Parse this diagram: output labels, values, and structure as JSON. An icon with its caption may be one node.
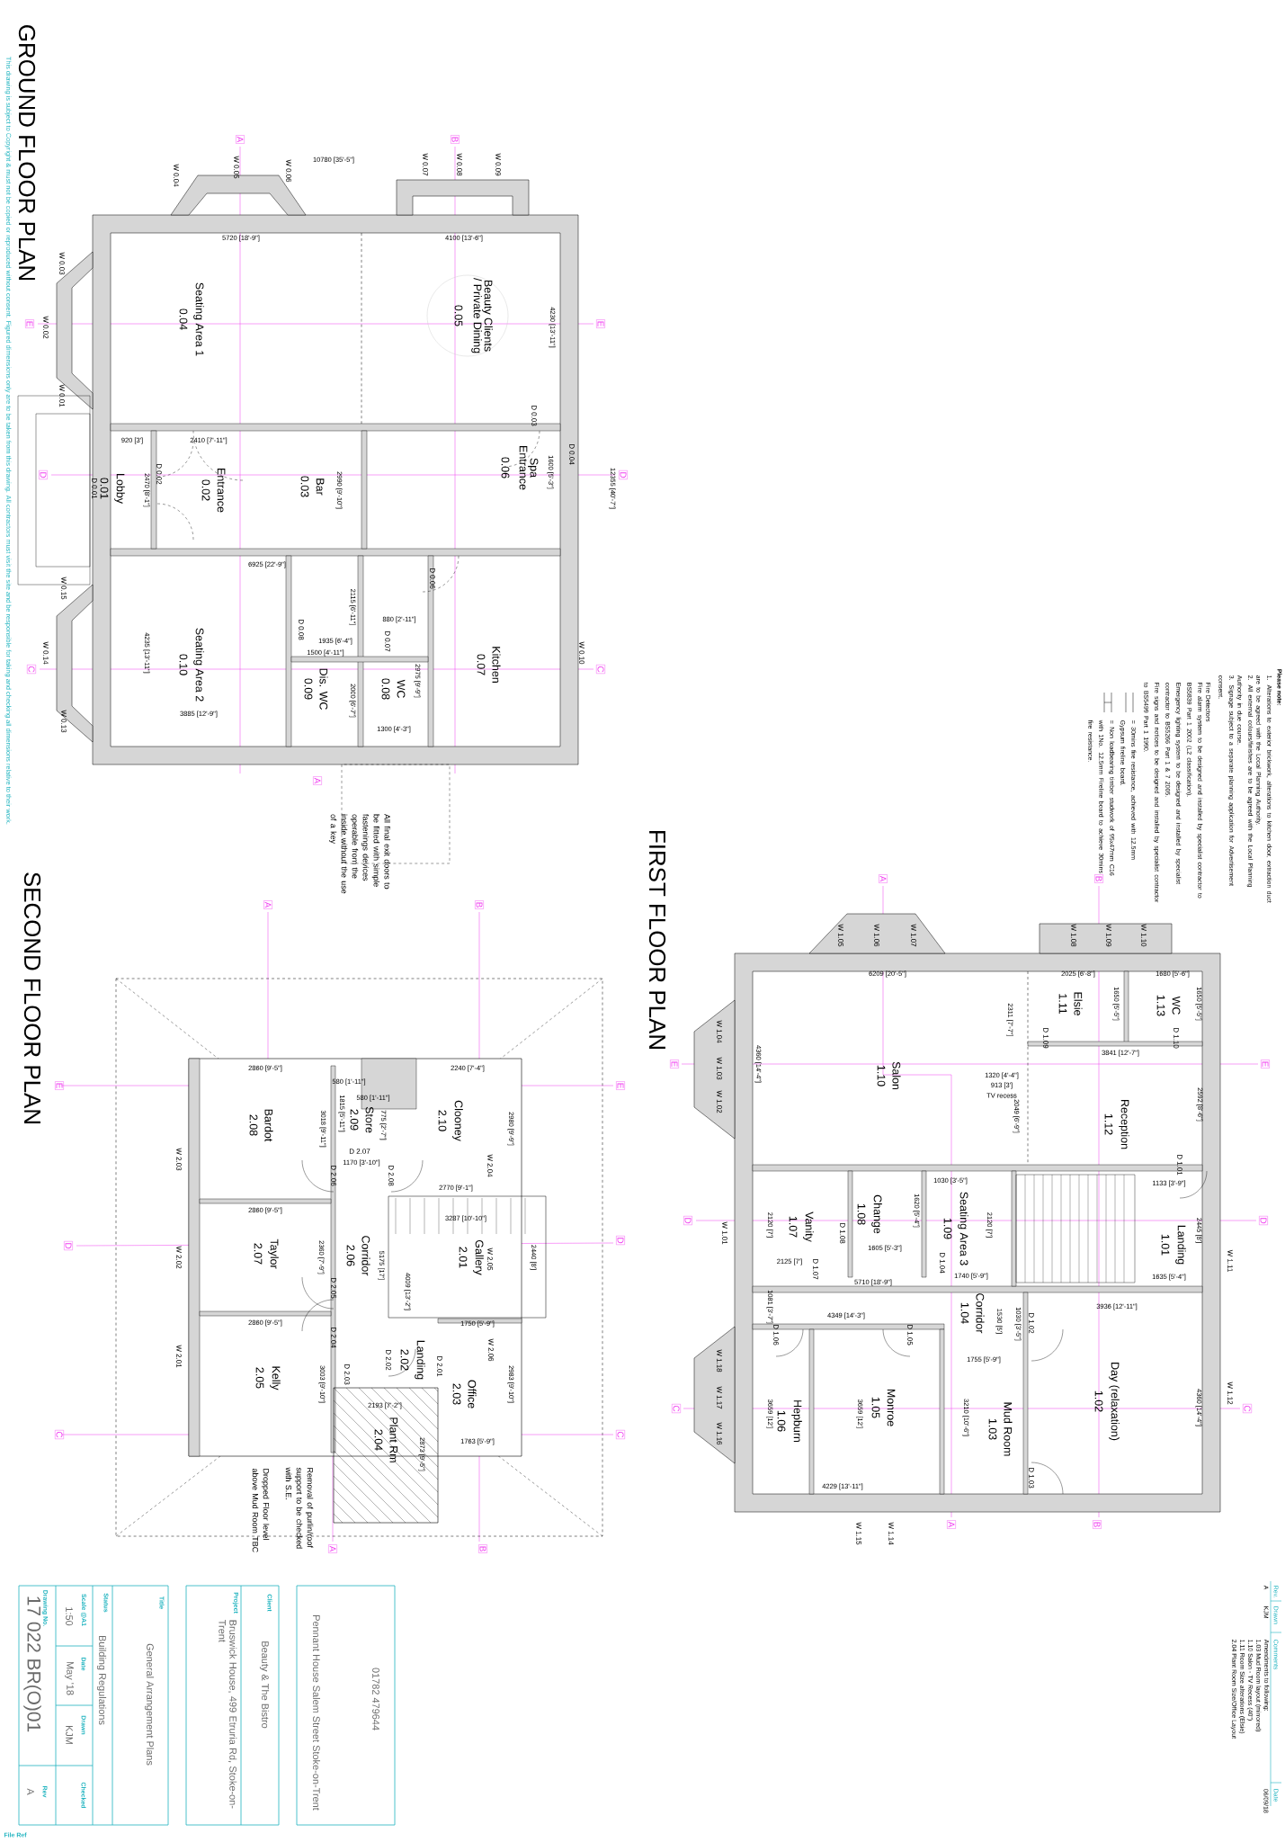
{
  "diagram": {
    "labels": [
      "GROUND FLOOR PLAN",
      "FIRST FLOOR PLAN",
      "SECOND FLOOR PLAN",
      "This drawing is subject to Copyright & must not be copied or reproduced without consent. Figured dimensions only are to be taken from this drawing. All contractors must visit the site and be responsible for taking and checking all dimensions relative to their work.",
      "Seating Area 1",
      "0.04",
      "Beauty Clients / Private Dining",
      "0.05",
      "Lobby",
      "0.01",
      "Entrance",
      "0.02",
      "Bar",
      "0.03",
      "Spa Entrance",
      "0.06",
      "Seating Area 2",
      "0.10",
      "Dis. WC",
      "0.09",
      "WC",
      "0.08",
      "Kitchen",
      "0.07",
      "All final exit doors to be fitted with simple fastenings devices operable from the inside without the use of a key",
      "W 0.05",
      "W 0.04",
      "W 0.06",
      "W 0.07",
      "W 0.08",
      "W 0.09",
      "W 0.03",
      "W 0.02",
      "W 0.01",
      "W 0.15",
      "W 0.14",
      "W 0.13",
      "W 0.10",
      "D 0.01",
      "D 0.02",
      "D 0.03",
      "D 0.04",
      "D 0.06",
      "D 0.07",
      "D 0.08",
      "10780 [35'-5\"]",
      "5720 [18'-9\"]",
      "4100 [13'-6\"]",
      "920 [3']",
      "2410 [7'-11\"]",
      "6925 [22'-9\"]",
      "880 [2'-11\"]",
      "1935 [6'-4\"]",
      "1500 [4'-11\"]",
      "3885 [12'-9\"]",
      "1300 [4'-3\"]",
      "4230 [13'-11\"]",
      "2470 [8'-1\"]",
      "2990 [9'-10\"]",
      "1600 [5'-3\"]",
      "12355 [40'-7\"]",
      "2115 [6'-11\"]",
      "4235 [13'-11\"]",
      "2975 [9'-9\"]",
      "2000 [6'-7\"]",
      "Salon",
      "1.10",
      "Elsie",
      "1.11",
      "WC",
      "1.13",
      "Reception",
      "1.12",
      "Landing",
      "1.01",
      "Change",
      "1.08",
      "Vanity",
      "1.07",
      "Seating Area 3",
      "1.09",
      "Corridor",
      "1.04",
      "Day (relaxation)",
      "1.02",
      "Mud Room",
      "1.03",
      "Monroe",
      "1.05",
      "Hepburn",
      "1.06",
      "W 1.05",
      "W 1.06",
      "W 1.07",
      "W 1.08",
      "W 1.09",
      "W 1.10",
      "W 1.04",
      "W 1.03",
      "W 1.02",
      "W 1.01",
      "W 1.18",
      "W 1.17",
      "W 1.16",
      "W 1.11",
      "W 1.12",
      "W 1.15",
      "W 1.14",
      "D 1.09",
      "D 1.10",
      "D 1.01",
      "D 1.08",
      "D 1.04",
      "D 1.07",
      "D 1.02",
      "D 1.06",
      "D 1.05",
      "D 1.03",
      "6209 [20'-5\"]",
      "2025 [6'-8\"]",
      "1680 [5'-6\"]",
      "3841 [12'-7\"]",
      "1320 [4'-4\"]",
      "913 [3']",
      "TV recess",
      "1030 [3'-5\"]",
      "1133 [3'-9\"]",
      "1605 [5'-3\"]",
      "1740 [5'-9\"]",
      "2125 [7']",
      "1635 [5'-4\"]",
      "5710 [18'-9\"]",
      "3936 [12'-11\"]",
      "4349 [14'-3\"]",
      "1755 [5'-9\"]",
      "4229 [13'-11\"]",
      "1650 [5'-5\"]",
      "1650 [5'-5\"]",
      "2311 [7'-7\"]",
      "4360 [14'-4\"]",
      "2049 [6'-9\"]",
      "2592 [8'-6\"]",
      "1620 [5'-4\"]",
      "2120 [7']",
      "2120 [7']",
      "2445 [8']",
      "1081 [3'-7\"]",
      "1530 [5']",
      "1030 [3'-5\"]",
      "3659 [12']",
      "3659 [12']",
      "3210 [10'-6\"]",
      "4360 [14'-4\"]",
      "Bardot",
      "2.08",
      "Store",
      "2.09",
      "Clooney",
      "2.10",
      "Taylor",
      "2.07",
      "Corridor",
      "2.06",
      "Gallery",
      "2.01",
      "Landing",
      "2.02",
      "Kelly",
      "2.05",
      "Office",
      "2.03",
      "Plant Rm",
      "2.04",
      "Removal of purlin/roof support to be checked with S.E.",
      "Dropped Floor level above Mud Room TBC",
      "W 2.03",
      "W 2.02",
      "W 2.01",
      "W 2.04",
      "W 2.05",
      "W 2.06",
      "D 2.07",
      "D 2.06",
      "D 2.08",
      "D 2.05",
      "D 2.04",
      "D 2.02",
      "D 2.01",
      "D 2.03",
      "2860 [9'-5\"]",
      "2240 [7'-4\"]",
      "580 [1'-11\"]",
      "580 [1'-11\"]",
      "1170 [3'-10\"]",
      "2770 [9'-1\"]",
      "2860 [9'-5\"]",
      "3287 [10'-10\"]",
      "2860 [9'-5\"]",
      "1750 [5'-9\"]",
      "2193 [7'-2\"]",
      "1763 [5'-9\"]",
      "1815 [5'-11\"]",
      "3018 [9'-11\"]",
      "775 [2'-7\"]",
      "2980 [9'-9\"]",
      "2360 [7'-9\"]",
      "5175 [17']",
      "2440 [8']",
      "4009 [13'-2\"]",
      "3003 [9'-10\"]",
      "2983 [9'-10\"]",
      "2873 [9'-5\"]",
      "A",
      "B",
      "E",
      "E",
      "D",
      "D",
      "C",
      "C",
      "A",
      "A",
      "B",
      "E",
      "E",
      "D",
      "D",
      "C",
      "C",
      "A",
      "B",
      "A",
      "B",
      "E",
      "E",
      "D",
      "D",
      "C",
      "C",
      "A",
      "B",
      "Drawing No.",
      "17 022 BR(O)01",
      "Rev",
      "A",
      "Scale @A1",
      "1:50",
      "Date",
      "May '18",
      "Drawn",
      "KJM",
      "Checked",
      "Status",
      "Building Regulations",
      "Title",
      "General Arrangement Plans",
      "Project",
      "Bruswick House, 499 Etruria Rd, Stoke-on-Trent",
      "Client",
      "Beauty & The Bistro",
      "01782 479644",
      "Pennant House Salem Street Stoke-on-Trent",
      "File Ref",
      "Rev.",
      "Drawn",
      "Comments",
      "Date",
      "A",
      "KJM",
      "Amendments to following:",
      "1.03 Mud Room layout (mirrored)",
      "1.10 Salon - TV Recess (40\")",
      "1.11 Room Size alterations (Elsie)",
      "2.04 Plant Room Size/Office Layout",
      "06/09/18",
      "Please note:",
      "1. Alterations to exterior brickwork, alterations to kitchen door, extraction duct are to be agreed with the Local Planning Authority.",
      "2. All external colours/finishes are to be agreed with the Local Planning Authority in due course.",
      "3. Signage subject to a separate planning application for Advertisement consent.",
      "Fire Detectors",
      "Fire alarm system to be designed and installed by specialist contractor to BS5839 Part 1 2002 (L2 classification).",
      "Emergency lighting system to be designed and installed by specialist contractor to BS5266 Part 1 & 7 2005.",
      "Fire signs and notices to be designed and installed by specialist contractor to BS5499 Part 1 1990.",
      "= 30mins fire resistance, achieved with 12.5mm Gypsum fireline board.",
      "= Non loadbearing timber studwork of 95x47mm C16 with 1No. 12.5mm Fireline board to achieve 30mins fire resistance."
    ]
  }
}
